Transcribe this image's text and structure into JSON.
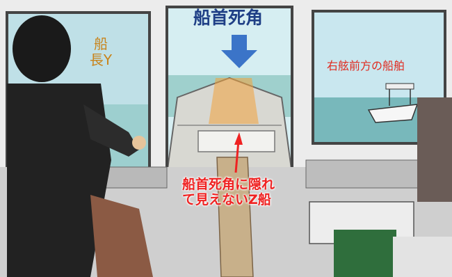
{
  "title": "船首死角",
  "captain": {
    "line1": "船",
    "line2": "長Y"
  },
  "starboard_ship": "右舷前方の船舶",
  "hidden_ship": {
    "line1": "船首死角に隠れ",
    "line2": "て見えないZ船"
  },
  "colors": {
    "title": "#1f3f86",
    "arrow": "#3b74c8",
    "captain_label": "#c8841c",
    "red_labels": "#e02a1f",
    "blind_spot_highlight": "#f2a23a"
  },
  "icons": [
    "down-arrow-icon",
    "up-arrow-icon"
  ]
}
